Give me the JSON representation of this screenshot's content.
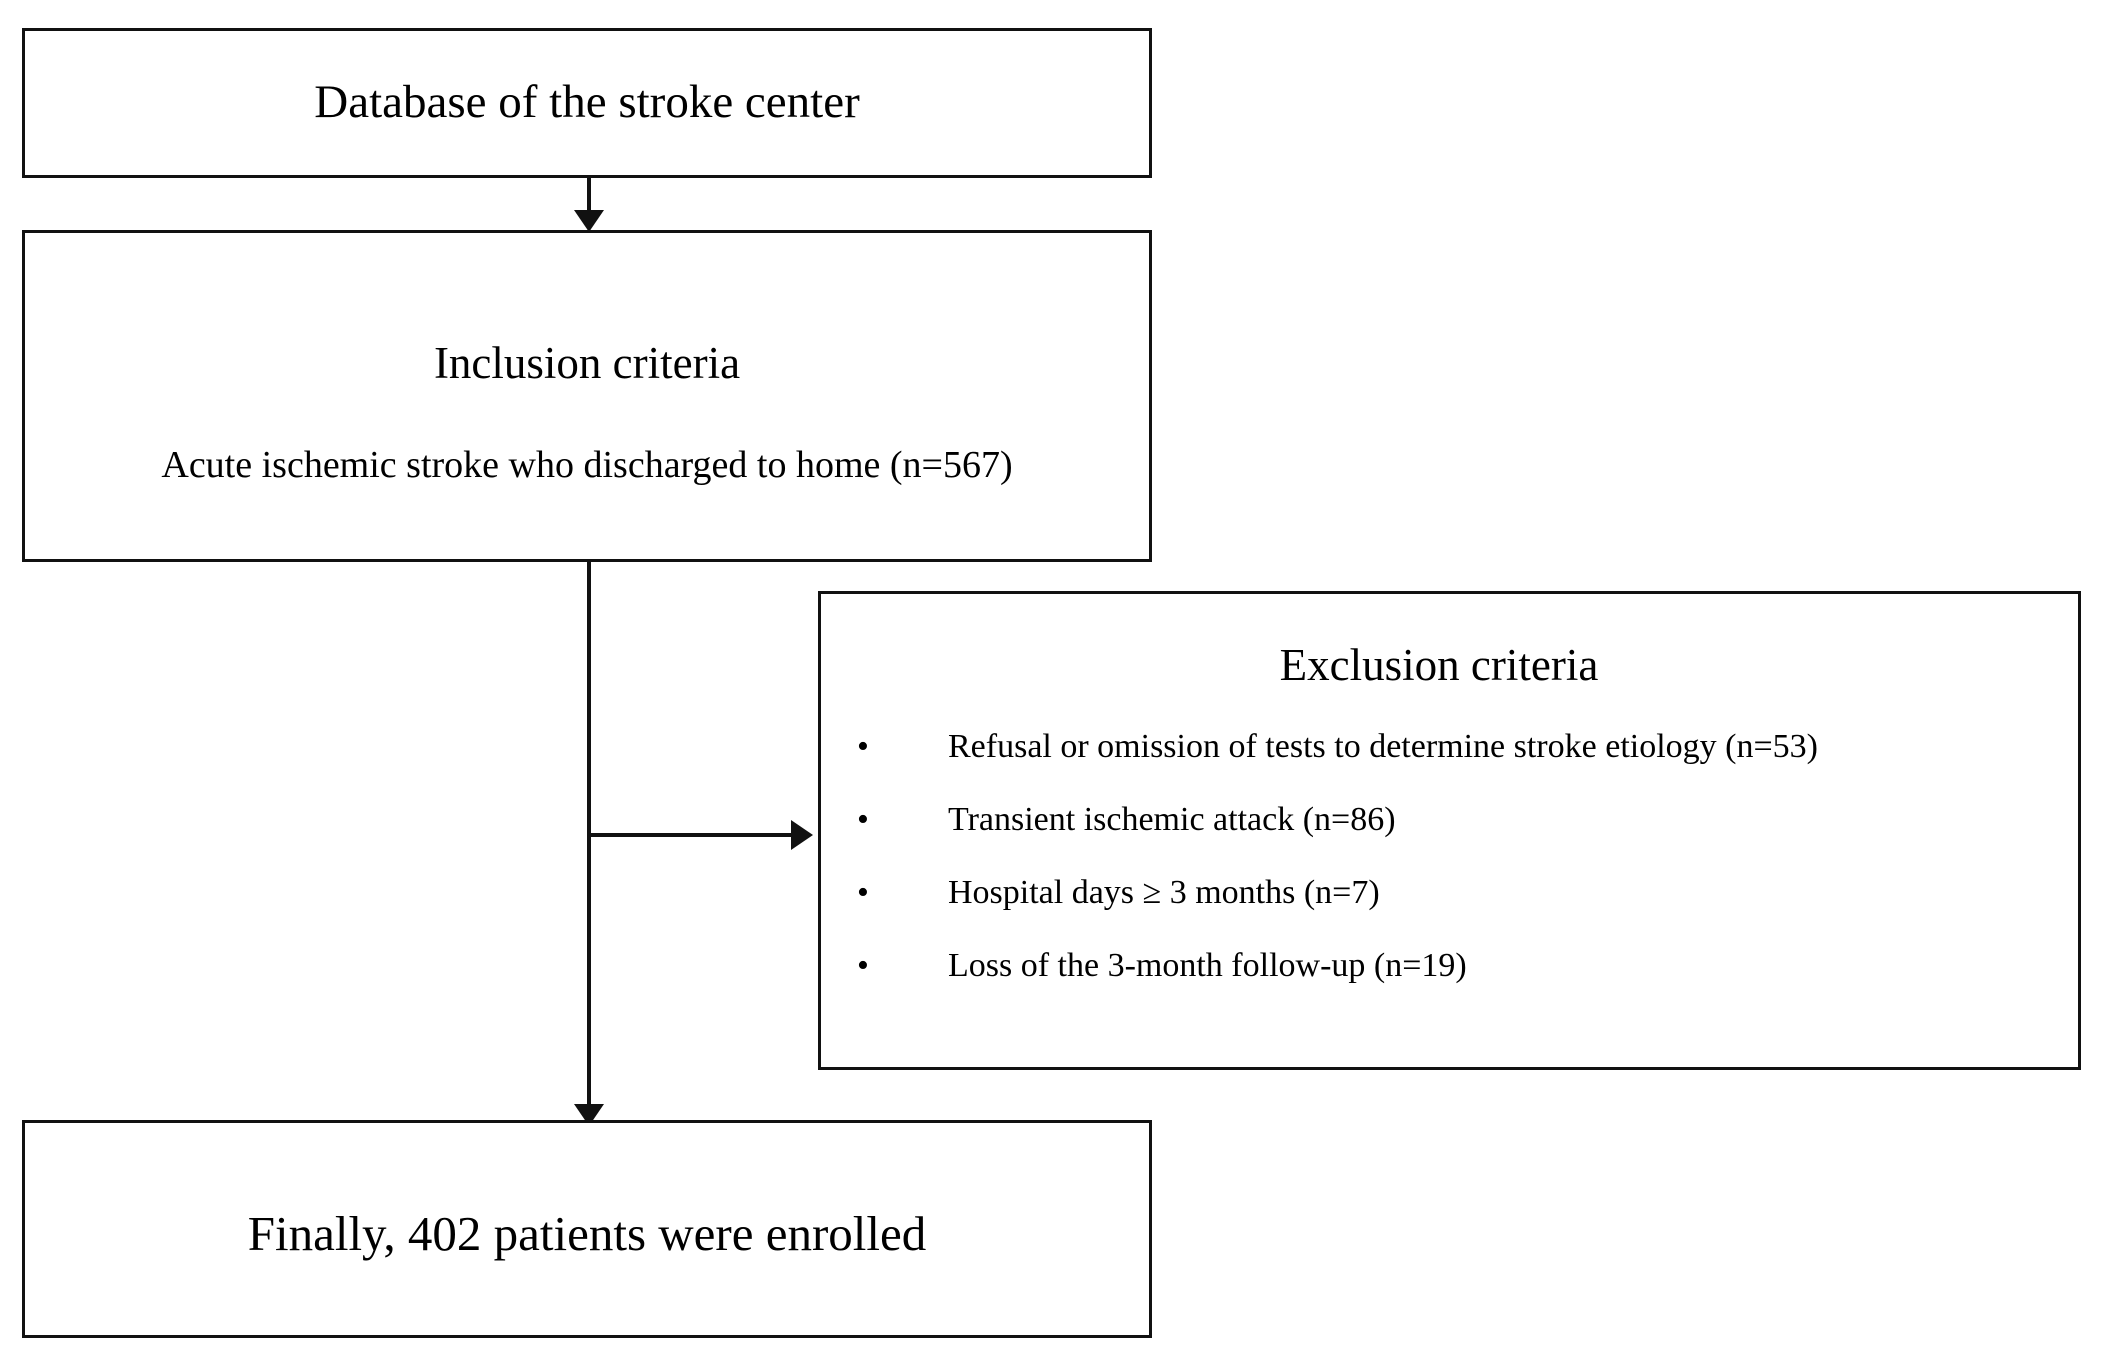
{
  "diagram": {
    "type": "study-flow-diagram",
    "nodes": {
      "database": {
        "title": "Database of the stroke center"
      },
      "inclusion": {
        "title": "Inclusion criteria",
        "detail": "Acute ischemic stroke who discharged to home (n=567)"
      },
      "exclusion": {
        "title": "Exclusion criteria",
        "bullet_marker": "•",
        "items": [
          "Refusal or omission of tests to determine stroke etiology (n=53)",
          "Transient ischemic attack (n=86)",
          "Hospital days ≥ 3 months (n=7)",
          "Loss of the 3-month follow-up (n=19)"
        ]
      },
      "enrolled": {
        "title": "Finally, 402 patients were enrolled"
      }
    },
    "colors": {
      "stroke": "#111111",
      "background": "#ffffff",
      "text": "#000000"
    }
  }
}
